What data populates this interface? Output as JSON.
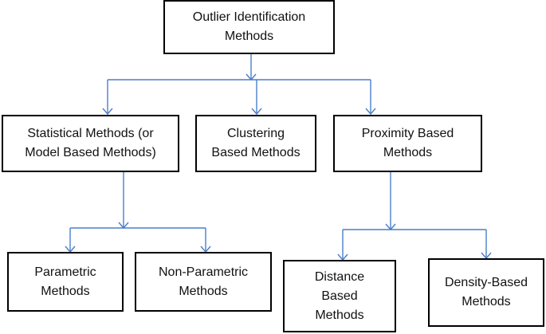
{
  "diagram": {
    "nodes": {
      "root": "Outlier Identification\nMethods",
      "statistical": "Statistical Methods (or\nModel Based Methods)",
      "clustering": "Clustering\nBased Methods",
      "proximity": "Proximity Based\nMethods",
      "parametric": "Parametric\nMethods",
      "non_parametric": "Non-Parametric\nMethods",
      "distance": "Distance\nBased\nMethods",
      "density": "Density-Based\nMethods"
    },
    "edges": [
      [
        "root",
        "statistical"
      ],
      [
        "root",
        "clustering"
      ],
      [
        "root",
        "proximity"
      ],
      [
        "statistical",
        "parametric"
      ],
      [
        "statistical",
        "non_parametric"
      ],
      [
        "proximity",
        "distance"
      ],
      [
        "proximity",
        "density"
      ]
    ],
    "colors": {
      "connector": "#4a7fc9",
      "box_border": "#000000",
      "text": "#111111"
    }
  }
}
